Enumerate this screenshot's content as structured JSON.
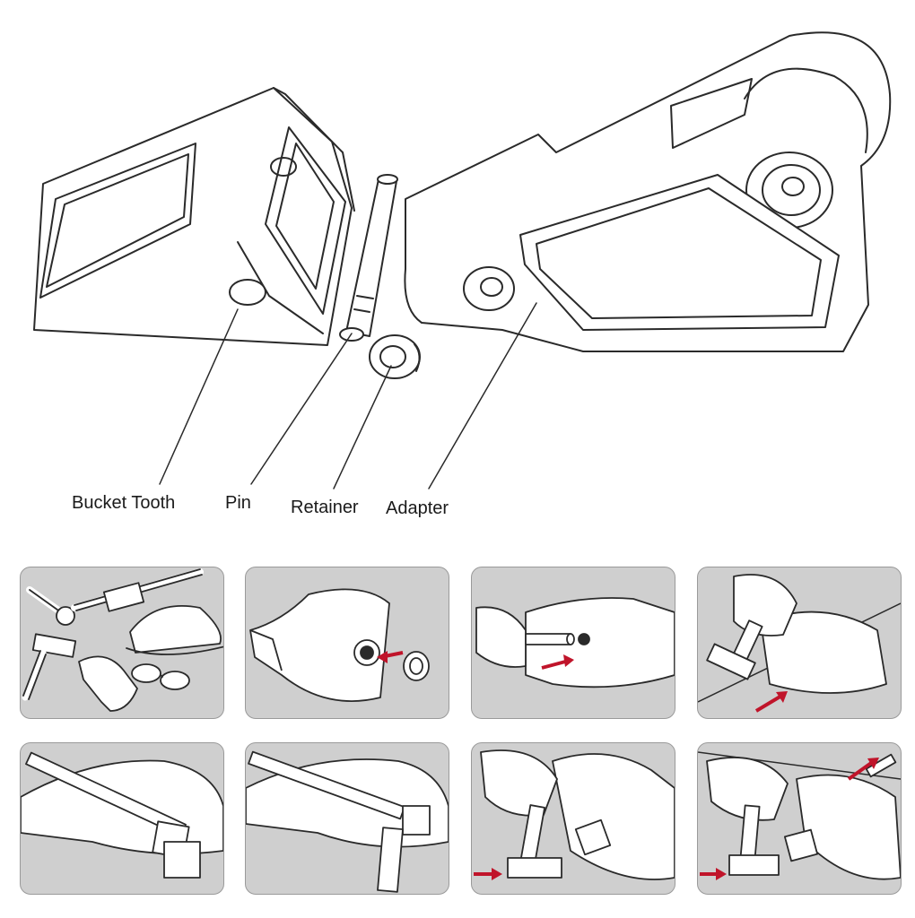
{
  "labels": {
    "bucket_tooth": "Bucket Tooth",
    "pin": "Pin",
    "retainer": "Retainer",
    "adapter": "Adapter"
  },
  "colors": {
    "line": "#2a2a2a",
    "panel_bg": "#cfcfcf",
    "arrow": "#c0142a"
  },
  "steps": [
    {
      "id": 1,
      "icon": "tools-and-safety-gear"
    },
    {
      "id": 2,
      "icon": "insert-retainer"
    },
    {
      "id": 3,
      "icon": "insert-pin"
    },
    {
      "id": 4,
      "icon": "tap-pin"
    },
    {
      "id": 5,
      "icon": "drive-pin"
    },
    {
      "id": 6,
      "icon": "drive-pin-flush"
    },
    {
      "id": 7,
      "icon": "remove-pin-hammer"
    },
    {
      "id": 8,
      "icon": "pin-ejected"
    }
  ]
}
